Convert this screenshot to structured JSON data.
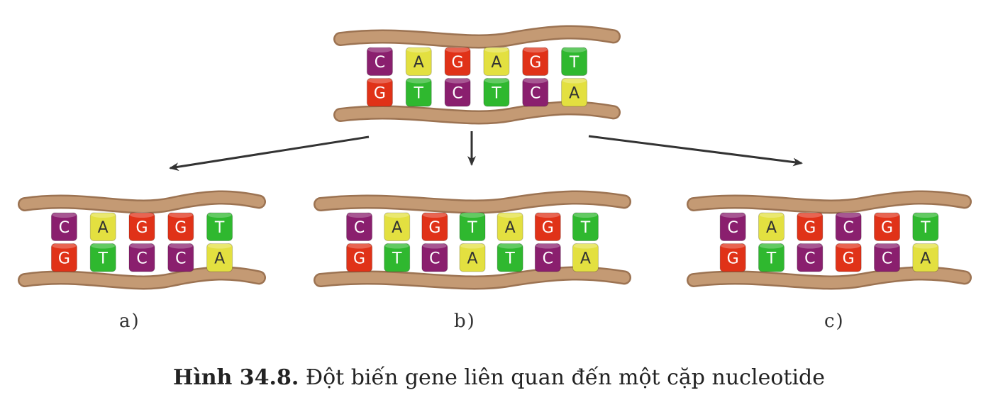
{
  "colors": {
    "backbone": "#c49a74",
    "backbone_edge": "#9c7352",
    "C": "#8a1f6e",
    "G": "#e03218",
    "A": "#e3e040",
    "T": "#2fb82f",
    "arrow": "#333333"
  },
  "original": {
    "top": [
      "C",
      "A",
      "G",
      "A",
      "G",
      "T"
    ],
    "bottom": [
      "G",
      "T",
      "C",
      "T",
      "C",
      "A"
    ]
  },
  "variants": [
    {
      "label": "a)",
      "top": [
        "C",
        "A",
        "G",
        "G",
        "T"
      ],
      "bottom": [
        "G",
        "T",
        "C",
        "C",
        "A"
      ]
    },
    {
      "label": "b)",
      "top": [
        "C",
        "A",
        "G",
        "T",
        "A",
        "G",
        "T"
      ],
      "bottom": [
        "G",
        "T",
        "C",
        "A",
        "T",
        "C",
        "A"
      ]
    },
    {
      "label": "c)",
      "top": [
        "C",
        "A",
        "G",
        "C",
        "G",
        "T"
      ],
      "bottom": [
        "G",
        "T",
        "C",
        "G",
        "C",
        "A"
      ]
    }
  ],
  "caption": {
    "bold": "Hình 34.8.",
    "text": " Đột biến gene liên quan đến một cặp nucleotide"
  }
}
